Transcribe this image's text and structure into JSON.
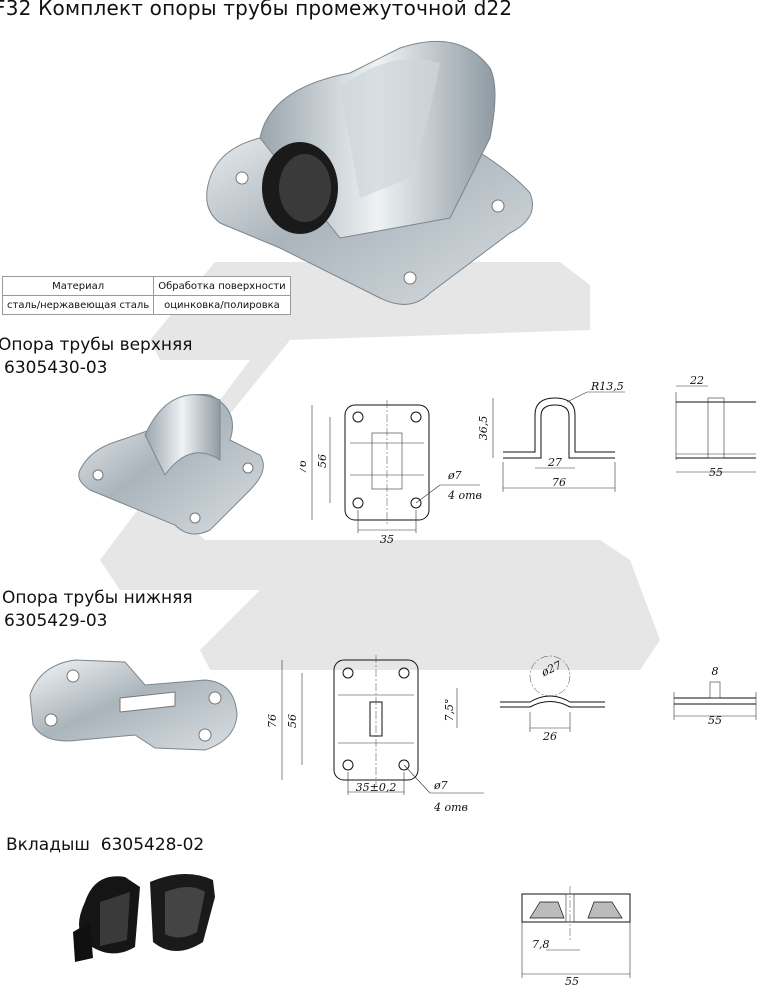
{
  "document": {
    "title": "F32 Комплект опоры трубы промежуточной d22"
  },
  "spec_table": {
    "headers": [
      "Материал",
      "Обработка поверхности"
    ],
    "rows": [
      [
        "сталь/нержавеющая сталь",
        "оцинковка/полировка"
      ]
    ]
  },
  "sections": [
    {
      "name": "Опора трубы верхняя",
      "code": "6305430-03",
      "dimensions": {
        "height_total": "76",
        "hole_spacing_v": "56",
        "hole_spacing_h": "35",
        "hole": "ø7",
        "hole_count": "4 отв",
        "radius": "R13,5",
        "height": "36,5",
        "inner_width": "27",
        "width": "76",
        "side_width": "22",
        "length": "55"
      }
    },
    {
      "name": "Опора трубы нижняя",
      "code": "6305429-03",
      "dimensions": {
        "height_total": "76",
        "hole_spacing_v": "56",
        "hole_spacing_h": "35±0,2",
        "hole": "ø7",
        "hole_count": "4 отв",
        "angle": "7,5°",
        "diameter": "ø27",
        "slot": "26",
        "tab_width": "8",
        "length": "55"
      }
    },
    {
      "name": "Вкладыш",
      "code": "6305428-02",
      "dimensions": {
        "gap": "7,8",
        "length": "55"
      }
    }
  ]
}
